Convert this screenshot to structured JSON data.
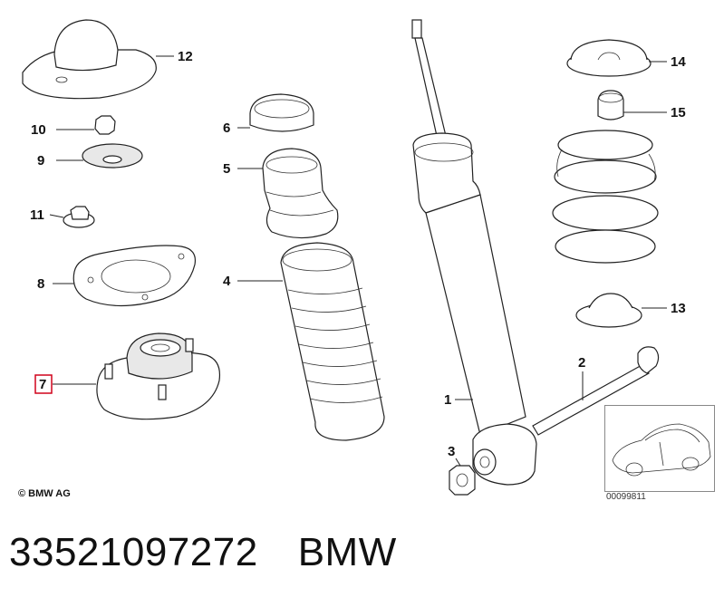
{
  "callouts": {
    "c1": "1",
    "c2": "2",
    "c3": "3",
    "c4": "4",
    "c5": "5",
    "c6": "6",
    "c7": "7",
    "c8": "8",
    "c9": "9",
    "c10": "10",
    "c11": "11",
    "c12": "12",
    "c13": "13",
    "c14": "14",
    "c15": "15"
  },
  "highlighted_callout": "7",
  "highlight_color": "#d0021b",
  "copyright": "© BMW AG",
  "reference_number": "00099811",
  "caption": {
    "part_number": "33521097272",
    "brand": "BMW"
  }
}
